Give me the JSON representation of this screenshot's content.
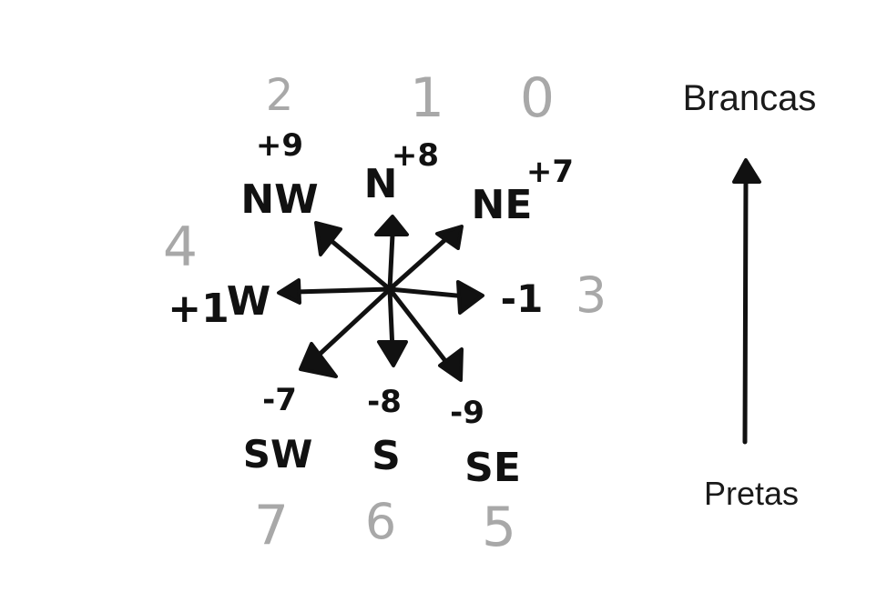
{
  "compass": {
    "directions": [
      {
        "id": "n",
        "name": "N",
        "offset": "+8",
        "index": "1"
      },
      {
        "id": "ne",
        "name": "NE",
        "offset": "+7",
        "index": "0"
      },
      {
        "id": "e",
        "name": "",
        "offset": "-1",
        "index": "3"
      },
      {
        "id": "se",
        "name": "SE",
        "offset": "-9",
        "index": "5"
      },
      {
        "id": "s",
        "name": "S",
        "offset": "-8",
        "index": "6"
      },
      {
        "id": "sw",
        "name": "SW",
        "offset": "-7",
        "index": "7"
      },
      {
        "id": "w",
        "name": "W",
        "offset": "+1",
        "index": "4"
      },
      {
        "id": "nw",
        "name": "NW",
        "offset": "+9",
        "index": "2"
      }
    ]
  },
  "orientation": {
    "top_label": "Brancas",
    "bottom_label": "Pretas"
  },
  "colors": {
    "ink": "#111111",
    "index_gray": "#a8a8a8"
  }
}
